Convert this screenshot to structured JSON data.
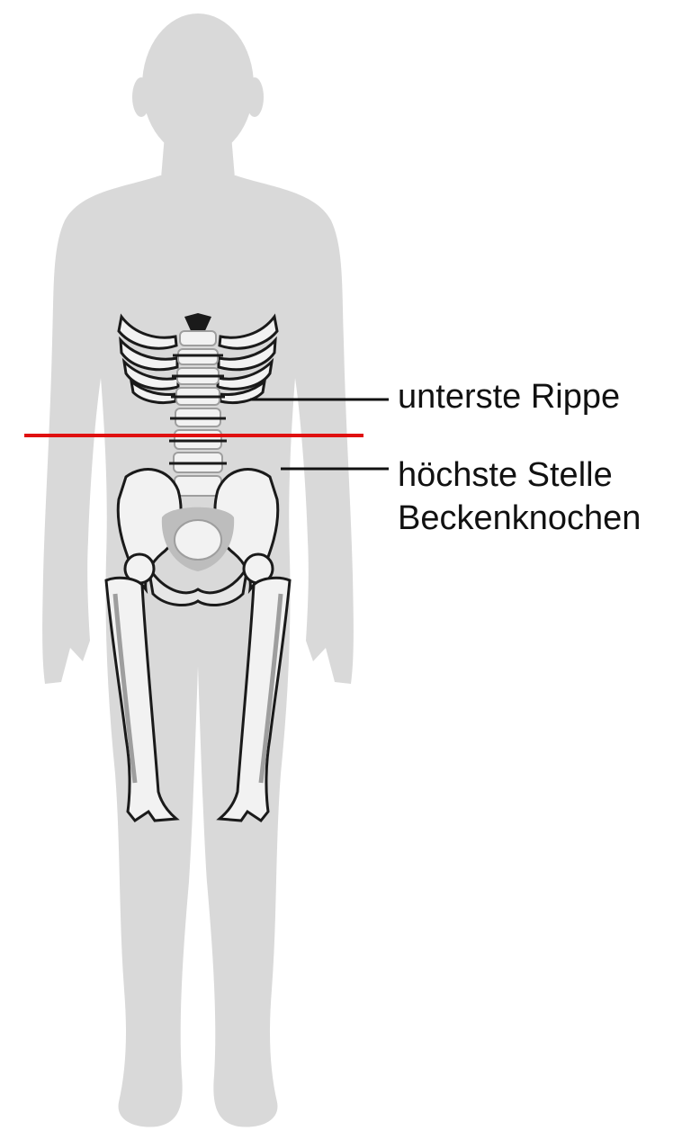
{
  "colors": {
    "body_silhouette": "#d9d9d9",
    "bone": "#f2f2f2",
    "bone_shade": "#9e9e9e",
    "bone_dark": "#1a1a1a",
    "waist_line": "#e01010",
    "leader_line": "#111111"
  },
  "labels": {
    "lowest_rib": "unterste Rippe",
    "pelvis_top_line1": "höchste Stelle",
    "pelvis_top_line2": "Beckenknochen"
  }
}
